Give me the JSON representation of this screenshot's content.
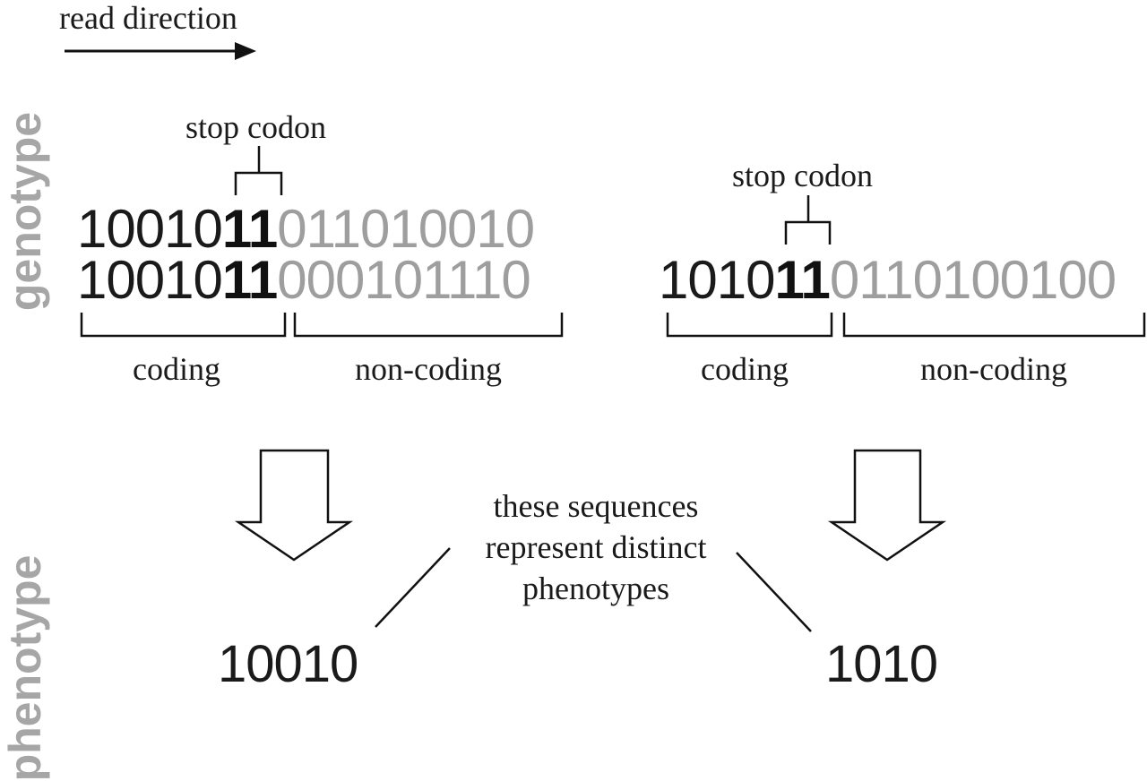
{
  "read_direction": "read direction",
  "axis": {
    "genotype": "genotype",
    "phenotype": "phenotype"
  },
  "left": {
    "stop_label": "stop codon",
    "seq1": {
      "coding": "10010",
      "stop": "11",
      "noncoding": "011010010"
    },
    "seq2": {
      "coding": "10010",
      "stop": "11",
      "noncoding": "000101110"
    },
    "coding_label": "coding",
    "noncoding_label": "non-coding",
    "phenotype": "10010"
  },
  "right": {
    "stop_label": "stop codon",
    "seq1": {
      "coding": "1010",
      "stop": "11",
      "noncoding": "0110100100"
    },
    "coding_label": "coding",
    "noncoding_label": "non-coding",
    "phenotype": "1010"
  },
  "note": {
    "line1": "these sequences",
    "line2": "represent distinct",
    "line3": "phenotypes"
  }
}
